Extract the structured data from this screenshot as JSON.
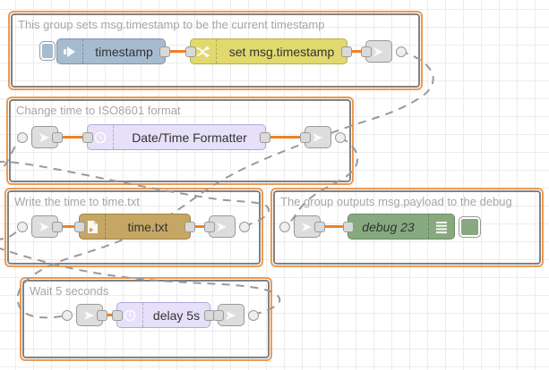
{
  "canvas": {
    "grid_color": "#ececec",
    "wire_color": "#ee8125",
    "link_wire_color": "#9a9a9a",
    "group_border_color": "#ed9a53",
    "group_inner_border_color": "#828282"
  },
  "groups": [
    {
      "title": "This group sets msg.timestamp to be the current timestamp"
    },
    {
      "title": "Change time to ISO8601 format"
    },
    {
      "title": "Write the time to time.txt"
    },
    {
      "title": "The group outputs msg.payload to the debug"
    },
    {
      "title": "Wait 5 seconds"
    }
  ],
  "nodes": {
    "inject": {
      "label": "timestamp",
      "color": "#a6bbcf"
    },
    "change": {
      "label": "set msg.timestamp",
      "color": "#e2d96e"
    },
    "datetime": {
      "label": "Date/Time Formatter",
      "color": "#e6e0f8"
    },
    "file": {
      "label": "time.txt",
      "color": "#c6a664"
    },
    "debug": {
      "label": "debug 23",
      "color": "#87a980"
    },
    "delay": {
      "label": "delay 5s",
      "color": "#e6e0f8"
    }
  }
}
